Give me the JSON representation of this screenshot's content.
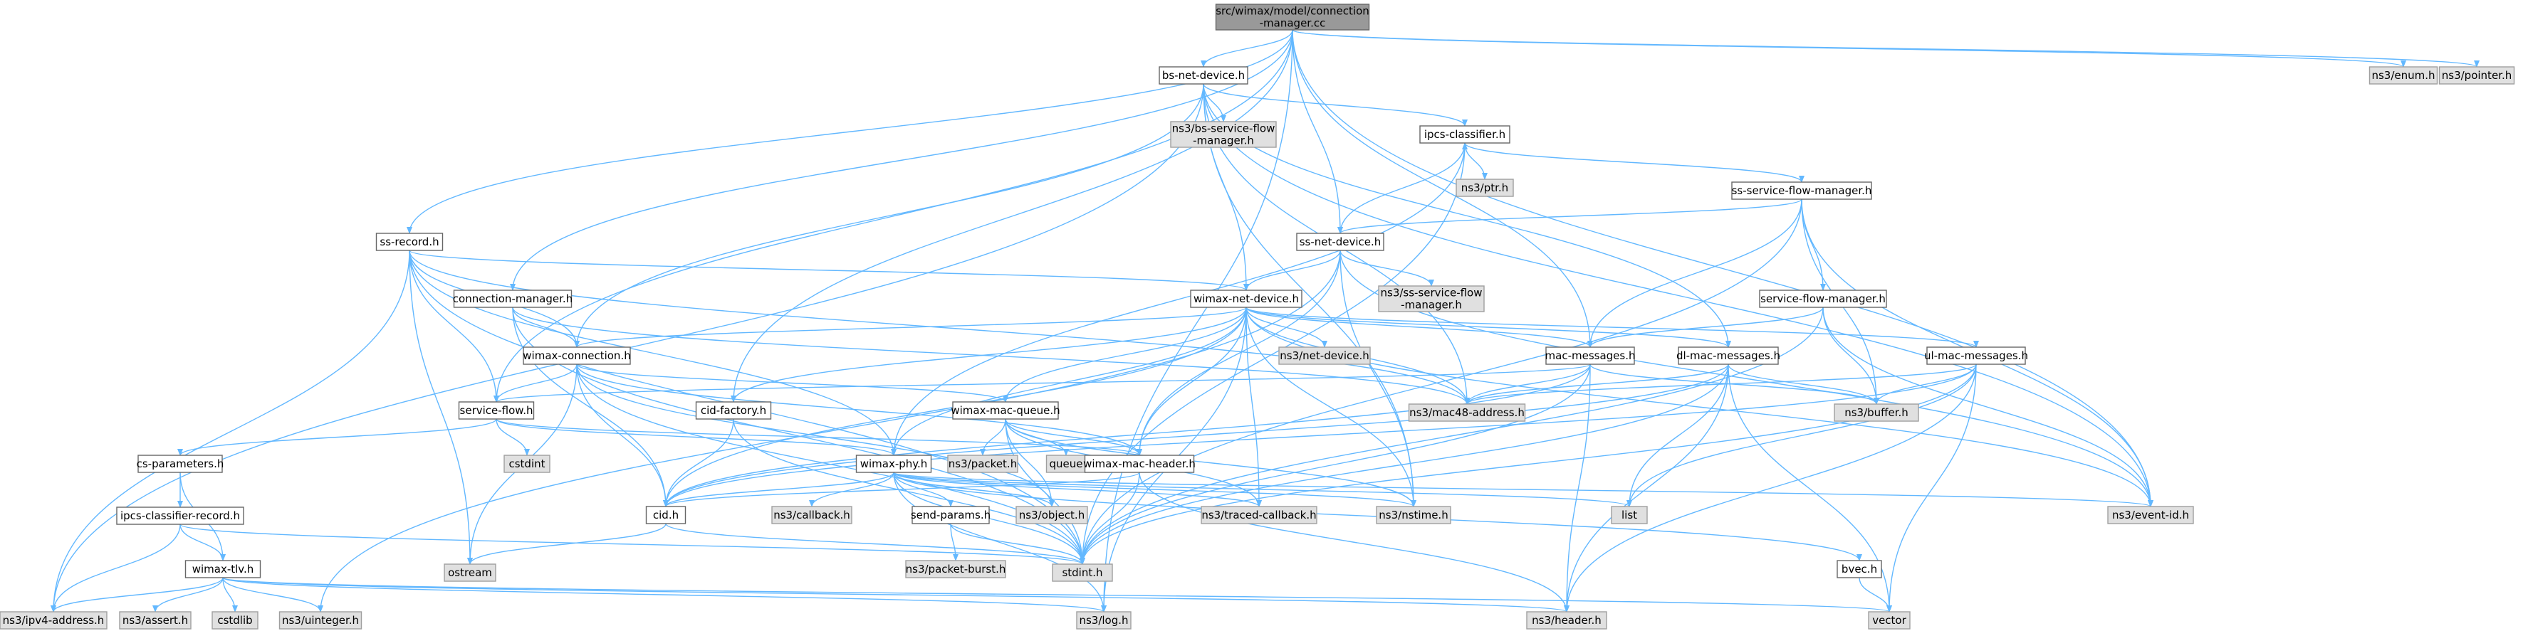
{
  "colors": {
    "edge": "#63b8ff",
    "root_fill": "#999999",
    "system_fill": "#e0e0e0",
    "project_fill": "#ffffff",
    "border": "#666666"
  },
  "nodes": [
    {
      "id": "root",
      "lines": [
        "src/wimax/model/connection",
        "-manager.cc"
      ],
      "kind": "root"
    },
    {
      "id": "bs-net-device",
      "lines": [
        "bs-net-device.h"
      ],
      "kind": "project"
    },
    {
      "id": "enum",
      "lines": [
        "ns3/enum.h"
      ],
      "kind": "system"
    },
    {
      "id": "pointer",
      "lines": [
        "ns3/pointer.h"
      ],
      "kind": "system"
    },
    {
      "id": "bs-sfm",
      "lines": [
        "ns3/bs-service-flow",
        "-manager.h"
      ],
      "kind": "system"
    },
    {
      "id": "ipcs-classifier",
      "lines": [
        "ipcs-classifier.h"
      ],
      "kind": "project"
    },
    {
      "id": "ptr",
      "lines": [
        "ns3/ptr.h"
      ],
      "kind": "system"
    },
    {
      "id": "ss-sfm",
      "lines": [
        "ss-service-flow-manager.h"
      ],
      "kind": "project"
    },
    {
      "id": "ss-record",
      "lines": [
        "ss-record.h"
      ],
      "kind": "project"
    },
    {
      "id": "ss-net-device",
      "lines": [
        "ss-net-device.h"
      ],
      "kind": "project"
    },
    {
      "id": "ns3-ss-sfm",
      "lines": [
        "ns3/ss-service-flow",
        "-manager.h"
      ],
      "kind": "system"
    },
    {
      "id": "connection-manager",
      "lines": [
        "connection-manager.h"
      ],
      "kind": "project"
    },
    {
      "id": "wimax-net-device",
      "lines": [
        "wimax-net-device.h"
      ],
      "kind": "project"
    },
    {
      "id": "service-flow-manager",
      "lines": [
        "service-flow-manager.h"
      ],
      "kind": "project"
    },
    {
      "id": "net-device",
      "lines": [
        "ns3/net-device.h"
      ],
      "kind": "system"
    },
    {
      "id": "wimax-connection",
      "lines": [
        "wimax-connection.h"
      ],
      "kind": "project"
    },
    {
      "id": "mac-messages",
      "lines": [
        "mac-messages.h"
      ],
      "kind": "project"
    },
    {
      "id": "dl-mac-messages",
      "lines": [
        "dl-mac-messages.h"
      ],
      "kind": "project"
    },
    {
      "id": "ul-mac-messages",
      "lines": [
        "ul-mac-messages.h"
      ],
      "kind": "project"
    },
    {
      "id": "cid-factory",
      "lines": [
        "cid-factory.h"
      ],
      "kind": "project"
    },
    {
      "id": "wimax-mac-queue",
      "lines": [
        "wimax-mac-queue.h"
      ],
      "kind": "project"
    },
    {
      "id": "service-flow",
      "lines": [
        "service-flow.h"
      ],
      "kind": "project"
    },
    {
      "id": "mac48-address",
      "lines": [
        "ns3/mac48-address.h"
      ],
      "kind": "system"
    },
    {
      "id": "buffer",
      "lines": [
        "ns3/buffer.h"
      ],
      "kind": "system"
    },
    {
      "id": "cstdint",
      "lines": [
        "cstdint"
      ],
      "kind": "system"
    },
    {
      "id": "cs-parameters",
      "lines": [
        "cs-parameters.h"
      ],
      "kind": "project"
    },
    {
      "id": "wimax-phy",
      "lines": [
        "wimax-phy.h"
      ],
      "kind": "project"
    },
    {
      "id": "packet",
      "lines": [
        "ns3/packet.h"
      ],
      "kind": "system"
    },
    {
      "id": "queue",
      "lines": [
        "queue"
      ],
      "kind": "system"
    },
    {
      "id": "wimax-mac-header",
      "lines": [
        "wimax-mac-header.h"
      ],
      "kind": "project"
    },
    {
      "id": "ipcs-classifier-record",
      "lines": [
        "ipcs-classifier-record.h"
      ],
      "kind": "project"
    },
    {
      "id": "callback",
      "lines": [
        "ns3/callback.h"
      ],
      "kind": "system"
    },
    {
      "id": "send-params",
      "lines": [
        "send-params.h"
      ],
      "kind": "project"
    },
    {
      "id": "object",
      "lines": [
        "ns3/object.h"
      ],
      "kind": "system"
    },
    {
      "id": "cid",
      "lines": [
        "cid.h"
      ],
      "kind": "project"
    },
    {
      "id": "traced-callback",
      "lines": [
        "ns3/traced-callback.h"
      ],
      "kind": "system"
    },
    {
      "id": "nstime",
      "lines": [
        "ns3/nstime.h"
      ],
      "kind": "system"
    },
    {
      "id": "list",
      "lines": [
        "list"
      ],
      "kind": "system"
    },
    {
      "id": "event-id",
      "lines": [
        "ns3/event-id.h"
      ],
      "kind": "system"
    },
    {
      "id": "ostream",
      "lines": [
        "ostream"
      ],
      "kind": "system"
    },
    {
      "id": "packet-burst",
      "lines": [
        "ns3/packet-burst.h"
      ],
      "kind": "system"
    },
    {
      "id": "stdint",
      "lines": [
        "stdint.h"
      ],
      "kind": "system"
    },
    {
      "id": "bvec",
      "lines": [
        "bvec.h"
      ],
      "kind": "project"
    },
    {
      "id": "wimax-tlv",
      "lines": [
        "wimax-tlv.h"
      ],
      "kind": "project"
    },
    {
      "id": "ipv4-address",
      "lines": [
        "ns3/ipv4-address.h"
      ],
      "kind": "system"
    },
    {
      "id": "assert",
      "lines": [
        "ns3/assert.h"
      ],
      "kind": "system"
    },
    {
      "id": "cstdlib",
      "lines": [
        "cstdlib"
      ],
      "kind": "system"
    },
    {
      "id": "uinteger",
      "lines": [
        "ns3/uinteger.h"
      ],
      "kind": "system"
    },
    {
      "id": "log",
      "lines": [
        "ns3/log.h"
      ],
      "kind": "system"
    },
    {
      "id": "header",
      "lines": [
        "ns3/header.h"
      ],
      "kind": "system"
    },
    {
      "id": "vector",
      "lines": [
        "vector"
      ],
      "kind": "system"
    }
  ],
  "edges": [
    [
      "root",
      "bs-net-device"
    ],
    [
      "root",
      "enum"
    ],
    [
      "root",
      "pointer"
    ],
    [
      "root",
      "ss-record"
    ],
    [
      "root",
      "connection-manager"
    ],
    [
      "root",
      "service-flow"
    ],
    [
      "root",
      "cid-factory"
    ],
    [
      "root",
      "ss-net-device"
    ],
    [
      "root",
      "mac-messages"
    ],
    [
      "root",
      "event-id"
    ],
    [
      "root",
      "log"
    ],
    [
      "bs-net-device",
      "bs-sfm"
    ],
    [
      "bs-net-device",
      "ipcs-classifier"
    ],
    [
      "bs-net-device",
      "wimax-net-device"
    ],
    [
      "bs-net-device",
      "wimax-connection"
    ],
    [
      "bs-net-device",
      "mac48-address"
    ],
    [
      "bs-net-device",
      "dl-mac-messages"
    ],
    [
      "bs-net-device",
      "event-id"
    ],
    [
      "bs-net-device",
      "ipv4-address"
    ],
    [
      "bs-net-device",
      "nstime"
    ],
    [
      "ipcs-classifier",
      "ptr"
    ],
    [
      "ipcs-classifier",
      "ss-sfm"
    ],
    [
      "ipcs-classifier",
      "stdint"
    ],
    [
      "ipcs-classifier",
      "wimax-phy"
    ],
    [
      "ss-sfm",
      "ss-net-device"
    ],
    [
      "ss-sfm",
      "service-flow-manager"
    ],
    [
      "ss-sfm",
      "mac-messages"
    ],
    [
      "ss-sfm",
      "buffer"
    ],
    [
      "ss-sfm",
      "event-id"
    ],
    [
      "ss-sfm",
      "stdint"
    ],
    [
      "ss-net-device",
      "ipcs-classifier"
    ],
    [
      "ss-net-device",
      "ns3-ss-sfm"
    ],
    [
      "ss-net-device",
      "wimax-net-device"
    ],
    [
      "ss-net-device",
      "event-id"
    ],
    [
      "ss-net-device",
      "wimax-mac-header"
    ],
    [
      "ss-net-device",
      "uinteger"
    ],
    [
      "ss-net-device",
      "nstime"
    ],
    [
      "ss-record",
      "wimax-connection"
    ],
    [
      "ss-record",
      "service-flow"
    ],
    [
      "ss-record",
      "wimax-net-device"
    ],
    [
      "ss-record",
      "mac48-address"
    ],
    [
      "ss-record",
      "ipv4-address"
    ],
    [
      "ss-record",
      "ostream"
    ],
    [
      "ss-record",
      "stdint"
    ],
    [
      "ss-record",
      "wimax-phy"
    ],
    [
      "connection-manager",
      "wimax-connection"
    ],
    [
      "connection-manager",
      "mac48-address"
    ],
    [
      "connection-manager",
      "cid"
    ],
    [
      "connection-manager",
      "stdint"
    ],
    [
      "wimax-net-device",
      "net-device"
    ],
    [
      "wimax-net-device",
      "wimax-connection"
    ],
    [
      "wimax-net-device",
      "mac-messages"
    ],
    [
      "wimax-net-device",
      "dl-mac-messages"
    ],
    [
      "wimax-net-device",
      "ul-mac-messages"
    ],
    [
      "wimax-net-device",
      "cid-factory"
    ],
    [
      "wimax-net-device",
      "wimax-mac-queue"
    ],
    [
      "wimax-net-device",
      "mac48-address"
    ],
    [
      "wimax-net-device",
      "wimax-mac-header"
    ],
    [
      "wimax-net-device",
      "traced-callback"
    ],
    [
      "wimax-net-device",
      "nstime"
    ],
    [
      "wimax-net-device",
      "event-id"
    ],
    [
      "wimax-net-device",
      "cid"
    ],
    [
      "wimax-net-device",
      "wimax-phy"
    ],
    [
      "wimax-net-device",
      "log"
    ],
    [
      "service-flow-manager",
      "mac-messages"
    ],
    [
      "service-flow-manager",
      "buffer"
    ],
    [
      "service-flow-manager",
      "event-id"
    ],
    [
      "service-flow-manager",
      "stdint"
    ],
    [
      "wimax-connection",
      "service-flow"
    ],
    [
      "wimax-connection",
      "wimax-mac-queue"
    ],
    [
      "wimax-connection",
      "cid"
    ],
    [
      "wimax-connection",
      "object"
    ],
    [
      "wimax-connection",
      "stdint"
    ],
    [
      "wimax-connection",
      "wimax-mac-header"
    ],
    [
      "wimax-connection",
      "ostream"
    ],
    [
      "mac-messages",
      "service-flow"
    ],
    [
      "mac-messages",
      "mac48-address"
    ],
    [
      "mac-messages",
      "buffer"
    ],
    [
      "mac-messages",
      "cid"
    ],
    [
      "mac-messages",
      "header"
    ],
    [
      "mac-messages",
      "stdint"
    ],
    [
      "dl-mac-messages",
      "mac48-address"
    ],
    [
      "dl-mac-messages",
      "buffer"
    ],
    [
      "dl-mac-messages",
      "cid"
    ],
    [
      "dl-mac-messages",
      "header"
    ],
    [
      "dl-mac-messages",
      "list"
    ],
    [
      "dl-mac-messages",
      "stdint"
    ],
    [
      "dl-mac-messages",
      "vector"
    ],
    [
      "ul-mac-messages",
      "buffer"
    ],
    [
      "ul-mac-messages",
      "cid"
    ],
    [
      "ul-mac-messages",
      "header"
    ],
    [
      "ul-mac-messages",
      "list"
    ],
    [
      "ul-mac-messages",
      "stdint"
    ],
    [
      "ul-mac-messages",
      "vector"
    ],
    [
      "ul-mac-messages",
      "mac48-address"
    ],
    [
      "cid-factory",
      "cid"
    ],
    [
      "cid-factory",
      "stdint"
    ],
    [
      "wimax-mac-queue",
      "packet"
    ],
    [
      "wimax-mac-queue",
      "queue"
    ],
    [
      "wimax-mac-queue",
      "wimax-mac-header"
    ],
    [
      "wimax-mac-queue",
      "object"
    ],
    [
      "wimax-mac-queue",
      "traced-callback"
    ],
    [
      "wimax-mac-queue",
      "nstime"
    ],
    [
      "wimax-mac-queue",
      "stdint"
    ],
    [
      "service-flow",
      "cstdint"
    ],
    [
      "service-flow",
      "cs-parameters"
    ],
    [
      "service-flow",
      "wimax-phy"
    ],
    [
      "service-flow",
      "wimax-mac-header"
    ],
    [
      "cs-parameters",
      "ipcs-classifier-record"
    ],
    [
      "cs-parameters",
      "wimax-tlv"
    ],
    [
      "wimax-phy",
      "callback"
    ],
    [
      "wimax-phy",
      "send-params"
    ],
    [
      "wimax-phy",
      "object"
    ],
    [
      "wimax-phy",
      "cid"
    ],
    [
      "wimax-phy",
      "traced-callback"
    ],
    [
      "wimax-phy",
      "nstime"
    ],
    [
      "wimax-phy",
      "list"
    ],
    [
      "wimax-phy",
      "event-id"
    ],
    [
      "wimax-phy",
      "stdint"
    ],
    [
      "wimax-phy",
      "bvec"
    ],
    [
      "wimax-phy",
      "log"
    ],
    [
      "wimax-mac-header",
      "cid"
    ],
    [
      "wimax-mac-header",
      "header"
    ],
    [
      "wimax-mac-header",
      "stdint"
    ],
    [
      "ipcs-classifier-record",
      "wimax-tlv"
    ],
    [
      "ipcs-classifier-record",
      "ipv4-address"
    ],
    [
      "ipcs-classifier-record",
      "stdint"
    ],
    [
      "send-params",
      "packet-burst"
    ],
    [
      "send-params",
      "stdint"
    ],
    [
      "cid",
      "ostream"
    ],
    [
      "cid",
      "stdint"
    ],
    [
      "bvec",
      "vector"
    ],
    [
      "wimax-tlv",
      "ipv4-address"
    ],
    [
      "wimax-tlv",
      "assert"
    ],
    [
      "wimax-tlv",
      "cstdlib"
    ],
    [
      "wimax-tlv",
      "uinteger"
    ],
    [
      "wimax-tlv",
      "log"
    ],
    [
      "wimax-tlv",
      "header"
    ],
    [
      "wimax-tlv",
      "vector"
    ]
  ]
}
